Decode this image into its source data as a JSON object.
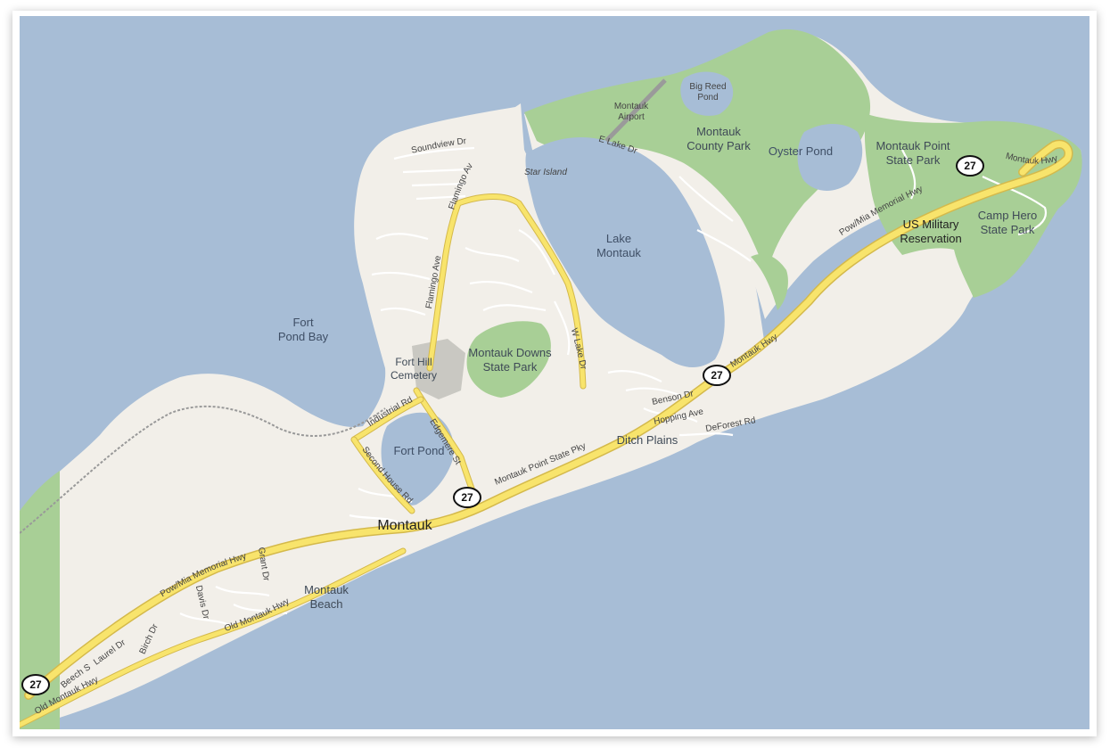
{
  "map": {
    "colors": {
      "water": "#a7bdd6",
      "land": "#f2efe9",
      "park": "#a8cf96",
      "highway": "#f8e46c",
      "highway_casing": "#d4b94b",
      "minor_road": "#ffffff",
      "minor_casing": "#c9c4ba"
    },
    "places": {
      "montauk": "Montauk",
      "ditch_plains": "Ditch Plains",
      "fort_hill_1": "Fort Hill",
      "fort_hill_2": "Cemetery",
      "us_military_1": "US Military",
      "us_military_2": "Reservation",
      "montauk_beach_1": "Montauk",
      "montauk_beach_2": "Beach"
    },
    "parks": {
      "county_park_1": "Montauk",
      "county_park_2": "County Park",
      "point_park_1": "Montauk Point",
      "point_park_2": "State Park",
      "downs_park_1": "Montauk Downs",
      "downs_park_2": "State Park",
      "camp_hero_1": "Camp Hero",
      "camp_hero_2": "State Park"
    },
    "water": {
      "fort_pond_bay_1": "Fort",
      "fort_pond_bay_2": "Pond Bay",
      "lake_montauk_1": "Lake",
      "lake_montauk_2": "Montauk",
      "fort_pond": "Fort Pond",
      "oyster_pond": "Oyster Pond",
      "big_reed_1": "Big Reed",
      "big_reed_2": "Pond"
    },
    "other": {
      "airport_1": "Montauk",
      "airport_2": "Airport",
      "star_island": "Star Island"
    },
    "roads": {
      "powmia_hwy": "Pow/Mia Memorial Hwy",
      "powmia_hwy_east": "Pow/Mia Memorial Hwy",
      "old_montauk_hwy": "Old Montauk Hwy",
      "old_montauk_hwy_sw": "Old Montauk Hwy",
      "montauk_point_pky": "Montauk Point State Pky",
      "montauk_hwy": "Montauk Hwy",
      "montauk_hwy_east": "Montauk Hwy",
      "flamingo_ave": "Flamingo Ave",
      "flamingo_ave_north": "Flamingo Ave",
      "w_lake_dr": "W Lake Dr",
      "e_lake_dr": "E Lake Dr",
      "edgemere_st": "Edgemere St",
      "industrial_rd": "Industrial Rd",
      "second_house_rd": "Second House Rd",
      "soundview_dr": "Soundview Dr",
      "benson_dr": "Benson Dr",
      "hopping_ave": "Hopping Ave",
      "deforest_rd": "DeForest Rd",
      "laurel_dr": "Laurel Dr",
      "birch_dr": "Birch Dr",
      "beech_st": "Beech St",
      "davis_dr": "Davis Dr",
      "grant_dr": "Grant Dr"
    },
    "shields": [
      "27",
      "27",
      "27",
      "27"
    ]
  }
}
